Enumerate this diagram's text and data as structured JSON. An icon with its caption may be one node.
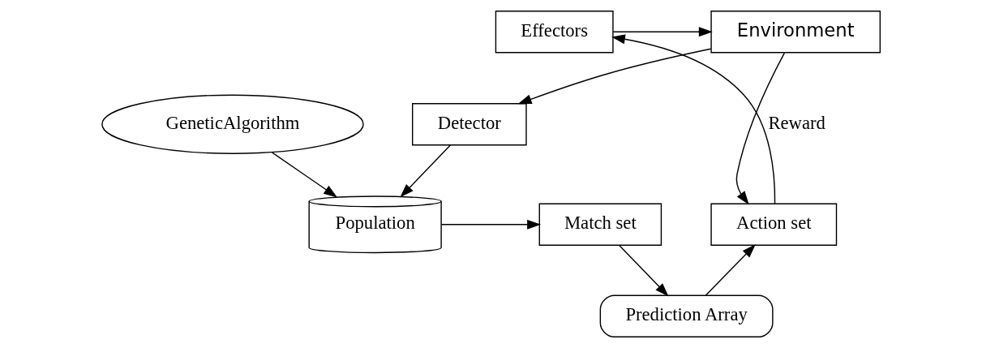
{
  "diagram": {
    "nodes": [
      {
        "text": [
          "Environment"
        ]
      },
      {
        "text": [
          "Effectors"
        ]
      },
      {
        "text": [
          "Prediction Array"
        ]
      },
      {
        "text": [
          "Detector"
        ]
      },
      {
        "text": [
          "Population"
        ]
      },
      {
        "text": [
          "Action set"
        ]
      },
      {
        "text": [
          "Match set"
        ]
      },
      {
        "text": [
          "GeneticAlgorithm"
        ]
      }
    ],
    "edges": [
      {
        "from": 0,
        "to": 5,
        "arrow": "to",
        "label": "Reward"
      },
      {
        "from": 1,
        "to": 0,
        "arrow": "to"
      },
      {
        "from": 5,
        "to": 1,
        "arrow": "to"
      },
      {
        "from": 2,
        "to": 5,
        "arrow": "to"
      },
      {
        "from": 6,
        "to": 2,
        "arrow": "to"
      },
      {
        "from": 0,
        "to": 3,
        "arrow": "to"
      },
      {
        "from": 3,
        "to": 4,
        "arrow": "to"
      },
      {
        "from": 4,
        "to": 6,
        "arrow": "to"
      },
      {
        "from": 7,
        "to": 4,
        "arrow": "to"
      }
    ]
  }
}
